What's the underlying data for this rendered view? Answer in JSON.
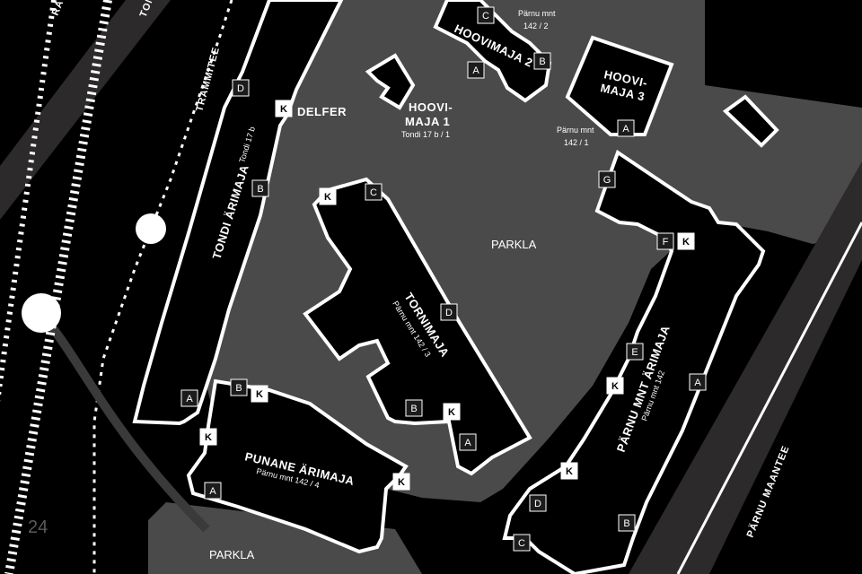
{
  "page_number": "24",
  "roads": {
    "trammitee": "TRAMMITEE",
    "tondi": "TONDI",
    "ra": "RA",
    "parnu_maantee": "PÄRNU MAANTEE"
  },
  "buildings": {
    "tondi_arimaja": {
      "name": "TONDI ÄRIMAJA",
      "address": "Tondi 17 b"
    },
    "delfer": {
      "name": "DELFER"
    },
    "hoovimaja1": {
      "name_line1": "HOOVI-",
      "name_line2": "MAJA 1",
      "address": "Tondi 17 b / 1"
    },
    "hoovimaja2": {
      "name": "HOOVIMAJA 2",
      "address_line1": "Pärnu mnt",
      "address_line2": "142 / 2"
    },
    "hoovimaja3": {
      "name_line1": "HOOVI-",
      "name_line2": "MAJA 3",
      "address_line1": "Pärnu mnt",
      "address_line2": "142 / 1"
    },
    "tornimaja": {
      "name": "TORNIMAJA",
      "address": "Pärnu mnt 142 / 3"
    },
    "punane_arimaja": {
      "name": "PUNANE ÄRIMAJA",
      "address": "Pärnu mnt 142 / 4"
    },
    "parnu_mnt_arimaja": {
      "name": "PÄRNU MNT ÄRIMAJA",
      "address": "Pärnu mnt 142"
    }
  },
  "areas": {
    "parkla_center": "PARKLA",
    "parkla_bottom": "PARKLA"
  },
  "entrances": [
    {
      "id": "tondi-d",
      "label": "D",
      "style": "dark"
    },
    {
      "id": "tondi-k",
      "label": "K",
      "style": "light"
    },
    {
      "id": "tondi-b",
      "label": "B",
      "style": "dark"
    },
    {
      "id": "tondi-a",
      "label": "A",
      "style": "dark"
    },
    {
      "id": "hoovi2-c",
      "label": "C",
      "style": "dark"
    },
    {
      "id": "hoovi2-a",
      "label": "A",
      "style": "dark"
    },
    {
      "id": "hoovi2-b",
      "label": "B",
      "style": "dark"
    },
    {
      "id": "hoovi3-a",
      "label": "A",
      "style": "dark"
    },
    {
      "id": "torni-k",
      "label": "K",
      "style": "light"
    },
    {
      "id": "torni-c",
      "label": "C",
      "style": "dark"
    },
    {
      "id": "torni-d",
      "label": "D",
      "style": "dark"
    },
    {
      "id": "torni-b",
      "label": "B",
      "style": "dark"
    },
    {
      "id": "torni-k2",
      "label": "K",
      "style": "light"
    },
    {
      "id": "torni-a",
      "label": "A",
      "style": "dark"
    },
    {
      "id": "punane-b",
      "label": "B",
      "style": "dark"
    },
    {
      "id": "punane-k1",
      "label": "K",
      "style": "light"
    },
    {
      "id": "punane-k2",
      "label": "K",
      "style": "light"
    },
    {
      "id": "punane-a",
      "label": "A",
      "style": "dark"
    },
    {
      "id": "punane-k3",
      "label": "K",
      "style": "light"
    },
    {
      "id": "parnu-g",
      "label": "G",
      "style": "dark"
    },
    {
      "id": "parnu-f",
      "label": "F",
      "style": "dark"
    },
    {
      "id": "parnu-k1",
      "label": "K",
      "style": "light"
    },
    {
      "id": "parnu-e",
      "label": "E",
      "style": "dark"
    },
    {
      "id": "parnu-k2",
      "label": "K",
      "style": "light"
    },
    {
      "id": "parnu-a",
      "label": "A",
      "style": "dark"
    },
    {
      "id": "parnu-k3",
      "label": "K",
      "style": "light"
    },
    {
      "id": "parnu-d",
      "label": "D",
      "style": "dark"
    },
    {
      "id": "parnu-b",
      "label": "B",
      "style": "dark"
    },
    {
      "id": "parnu-c",
      "label": "C",
      "style": "dark"
    }
  ],
  "colors": {
    "background": "#000000",
    "lot": "#4a4a4a",
    "road": "#2c2a2a",
    "outline": "#ffffff"
  }
}
